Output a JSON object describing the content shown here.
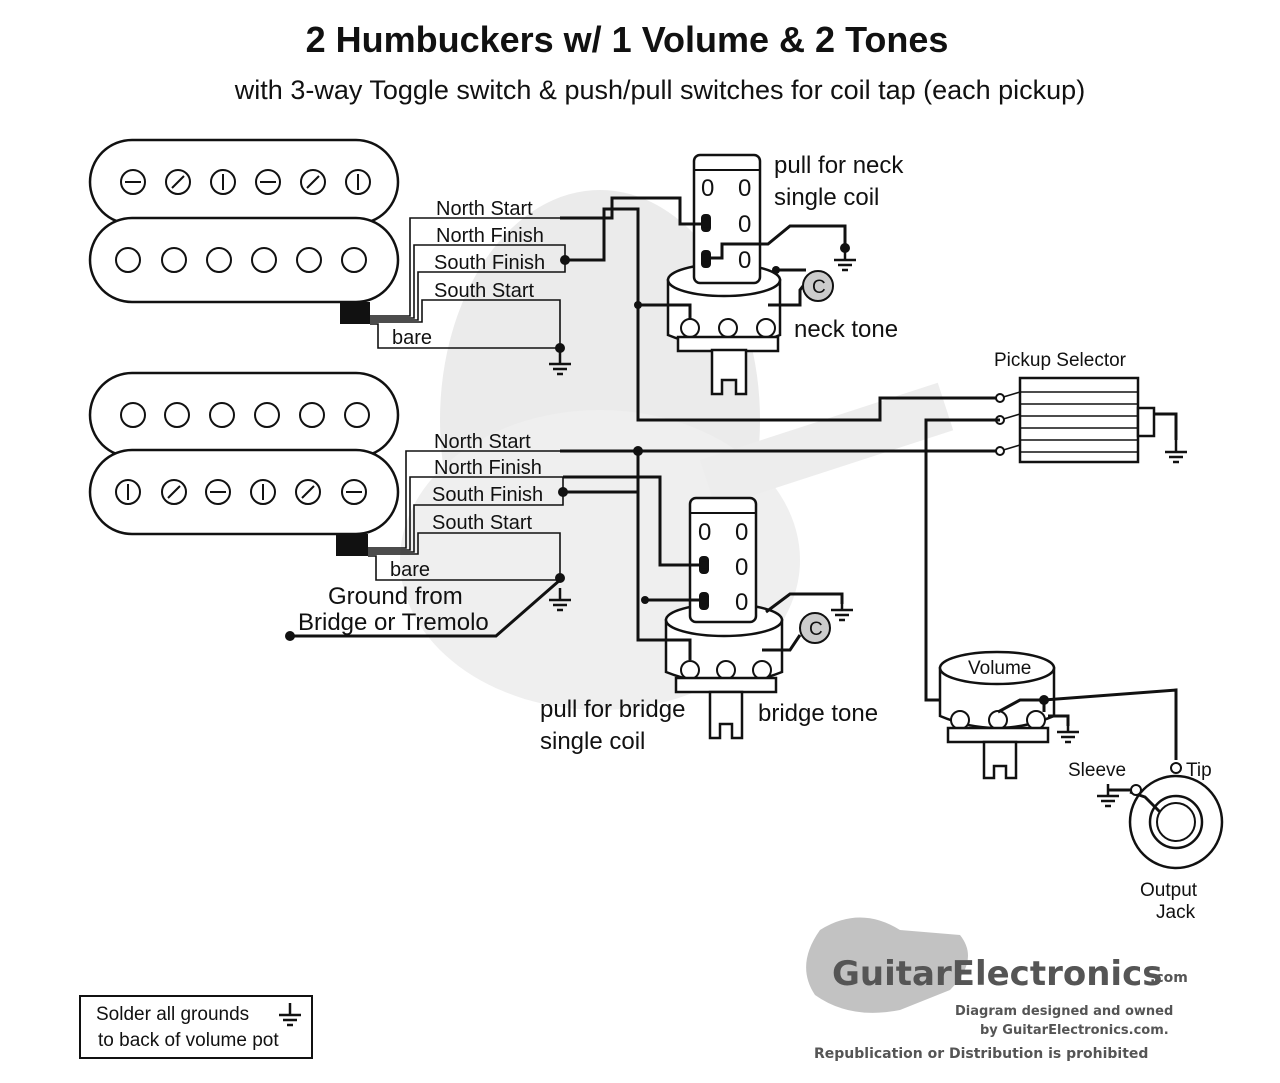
{
  "title": "2 Humbuckers w/ 1 Volume & 2 Tones",
  "subtitle": "with 3-way Toggle switch & push/pull switches for coil tap (each pickup)",
  "neck_pickup": {
    "wires": [
      "North Start",
      "North Finish",
      "South Finish",
      "South Start"
    ],
    "bare": "bare"
  },
  "bridge_pickup": {
    "wires": [
      "North Start",
      "North Finish",
      "South Finish",
      "South Start"
    ],
    "bare": "bare"
  },
  "ground_from_line1": "Ground from",
  "ground_from_line2": "Bridge or Tremolo",
  "neck_switch_line1": "pull for neck",
  "neck_switch_line2": "single coil",
  "neck_tone": "neck tone",
  "bridge_switch_line1": "pull for bridge",
  "bridge_switch_line2": "single coil",
  "bridge_tone": "bridge tone",
  "pickup_selector": "Pickup Selector",
  "volume": "Volume",
  "cap_label": "C",
  "switch_lug": "0",
  "sleeve": "Sleeve",
  "tip": "Tip",
  "output_line1": "Output",
  "output_line2": "Jack",
  "note_line1": "Solder all grounds",
  "note_line2": "to back of volume pot",
  "logo": {
    "brand": "GuitarElectronics",
    "suffix": ".com",
    "line1": "Diagram designed and owned",
    "line2": "by GuitarElectronics.com.",
    "line3": "Republication or Distribution is prohibited"
  }
}
